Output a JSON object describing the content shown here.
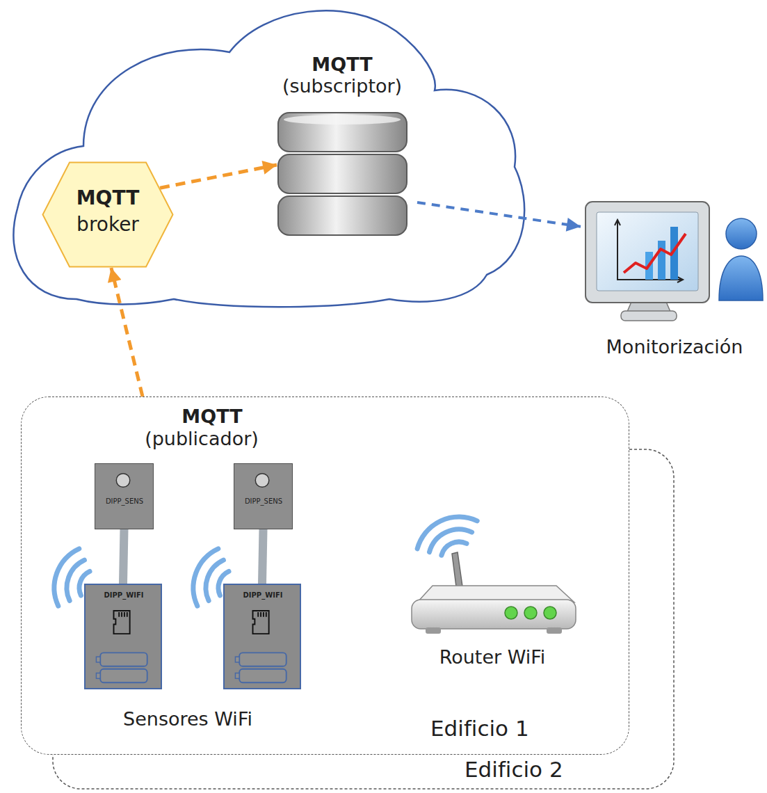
{
  "diagram": {
    "nodes": [
      {
        "text": [
          "MQTT",
          "broker"
        ]
      },
      {
        "text": [
          "MQTT",
          "(subscriptor)"
        ]
      },
      {
        "text": [
          "Monitorización"
        ]
      },
      {
        "text": [
          "Edificio 1"
        ]
      },
      {
        "text": [
          "Edificio 2"
        ]
      },
      {
        "text": [
          "DIPP_SENS"
        ],
        "in": 3
      },
      {
        "text": [
          "DIPP_WIFI"
        ],
        "in": 3
      },
      {
        "text": [
          "DIPP_SENS"
        ],
        "in": 3
      },
      {
        "text": [
          "DIPP_WIFI"
        ],
        "in": 3
      },
      {
        "text": [
          "Router WiFi"
        ],
        "in": 3
      }
    ],
    "edges": [
      {
        "from": 3,
        "to": 0,
        "arrow": "to"
      },
      {
        "from": 0,
        "to": 1,
        "arrow": "to"
      },
      {
        "from": 1,
        "to": 2,
        "arrow": "to"
      },
      {
        "from": 5,
        "to": 6,
        "arrow": "none"
      },
      {
        "from": 7,
        "to": 8,
        "arrow": "none"
      }
    ],
    "labels": [
      "MQTT",
      "(publicador)",
      "Sensores WiFi"
    ]
  }
}
